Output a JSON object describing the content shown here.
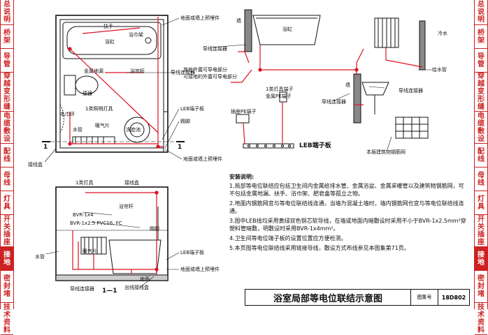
{
  "sidebar_left": [
    {
      "text": "总说明",
      "active": false
    },
    {
      "text": "桥架",
      "active": false
    },
    {
      "text": "导管",
      "active": false
    },
    {
      "text": "穿越变形缝",
      "active": false
    },
    {
      "text": "电缆敷设",
      "active": false
    },
    {
      "text": "配线",
      "active": false
    },
    {
      "text": "母线",
      "active": false
    },
    {
      "text": "灯具",
      "active": false
    },
    {
      "text": "开关插座",
      "active": false
    },
    {
      "text": "接地",
      "active": true
    },
    {
      "text": "密封堵",
      "active": false
    },
    {
      "text": "技术资料",
      "active": false
    }
  ],
  "sidebar_right": [
    {
      "text": "总说明",
      "active": false
    },
    {
      "text": "桥架",
      "active": false
    },
    {
      "text": "导管",
      "active": false
    },
    {
      "text": "穿越变形缝",
      "active": false
    },
    {
      "text": "电缆敷设",
      "active": false
    },
    {
      "text": "配线",
      "active": false
    },
    {
      "text": "母线",
      "active": false
    },
    {
      "text": "灯具",
      "active": false
    },
    {
      "text": "开关插座",
      "active": false
    },
    {
      "text": "接地",
      "active": true
    },
    {
      "text": "密封堵",
      "active": false
    },
    {
      "text": "技术资料",
      "active": false
    }
  ],
  "plan": {
    "handrail": "扶手",
    "towel_rack": "浴巾架",
    "bathtub": "浴缸",
    "floor_drain": "金属地漏",
    "toilet": "便器",
    "towel_ring": "毛巾环",
    "light": "1类照明灯具",
    "faucet": "水管",
    "heater_pipe": "暖气片",
    "basin": "洗脸池",
    "shower_rod": "浴帘杆",
    "conductor": "导线连接器",
    "junction": "接线盒",
    "embedded_top": "地面或墙上预埋件",
    "embedded_bottom": "地面或墙上预埋件",
    "leb_plate": "LEB端子板",
    "skirting": "踢脚",
    "section_mark": "1",
    "pipe_note_1": "其他外露可导电部分",
    "pipe_note_2": "可接地的外露可导电部分"
  },
  "detail": {
    "wall": "墙",
    "bathtub": "浴缸",
    "conductor_a": "导线连接器",
    "conductor_b": "导线连接器",
    "conductor_c": "导线连接器",
    "wall2": "墙",
    "faucet": "给水管",
    "light_terminal": "1类灯具端子",
    "metal_pe": "金属PE端子",
    "pe_box": "插座PE端子",
    "leb": "LEB端子板",
    "grid": "本层建筑物钢筋网",
    "cold_water": "冷水"
  },
  "section": {
    "title": "1—1",
    "light": "1类灯具",
    "junction": "接线盒",
    "curtain": "浴帘杆",
    "bvr1": "BVR-1x4",
    "bvr2": "BVR-1x2.5  PVC16, FC",
    "skirt": "踢脚",
    "heater": "暖气片",
    "pipe": "水管",
    "leb": "LEB端子板",
    "embed": "地面或墙上预埋件",
    "conductor": "导线连接器",
    "outlet": "出线接线盒",
    "floor": "地面"
  },
  "notes": {
    "title": "安装说明:",
    "items": [
      "1.局部等电位联结应包括卫生间内金属给排水管、金属浴盆、金属采暖管以及建筑物钢筋网，可不包括金属地漏、扶手、浴巾架、肥皂盒等孤立之物。",
      "2.地面内钢筋网宜与等电位联结线连通。当墙为混凝土墙时，墙内钢筋网也宜与等电位联结线连通。",
      "3.图中LEB线均采用黄绿双色铜芯软导线，在墙或地面内暗敷设时采用不小于BVR-1x2.5mm²穿塑料管暗敷，明敷设时采用BVR-1x4mm²。",
      "4.卫生间等电位端子板的设置位置应方便检测。",
      "5.本页图等电位联结线采用链接导线，敷设方式布线参见本图集第71页。"
    ]
  },
  "titleblock": {
    "title": "浴室局部等电位联结示意图",
    "key": "图集号",
    "value": "18D802"
  },
  "colors": {
    "accent": "#cc2222",
    "ink": "#111111"
  }
}
